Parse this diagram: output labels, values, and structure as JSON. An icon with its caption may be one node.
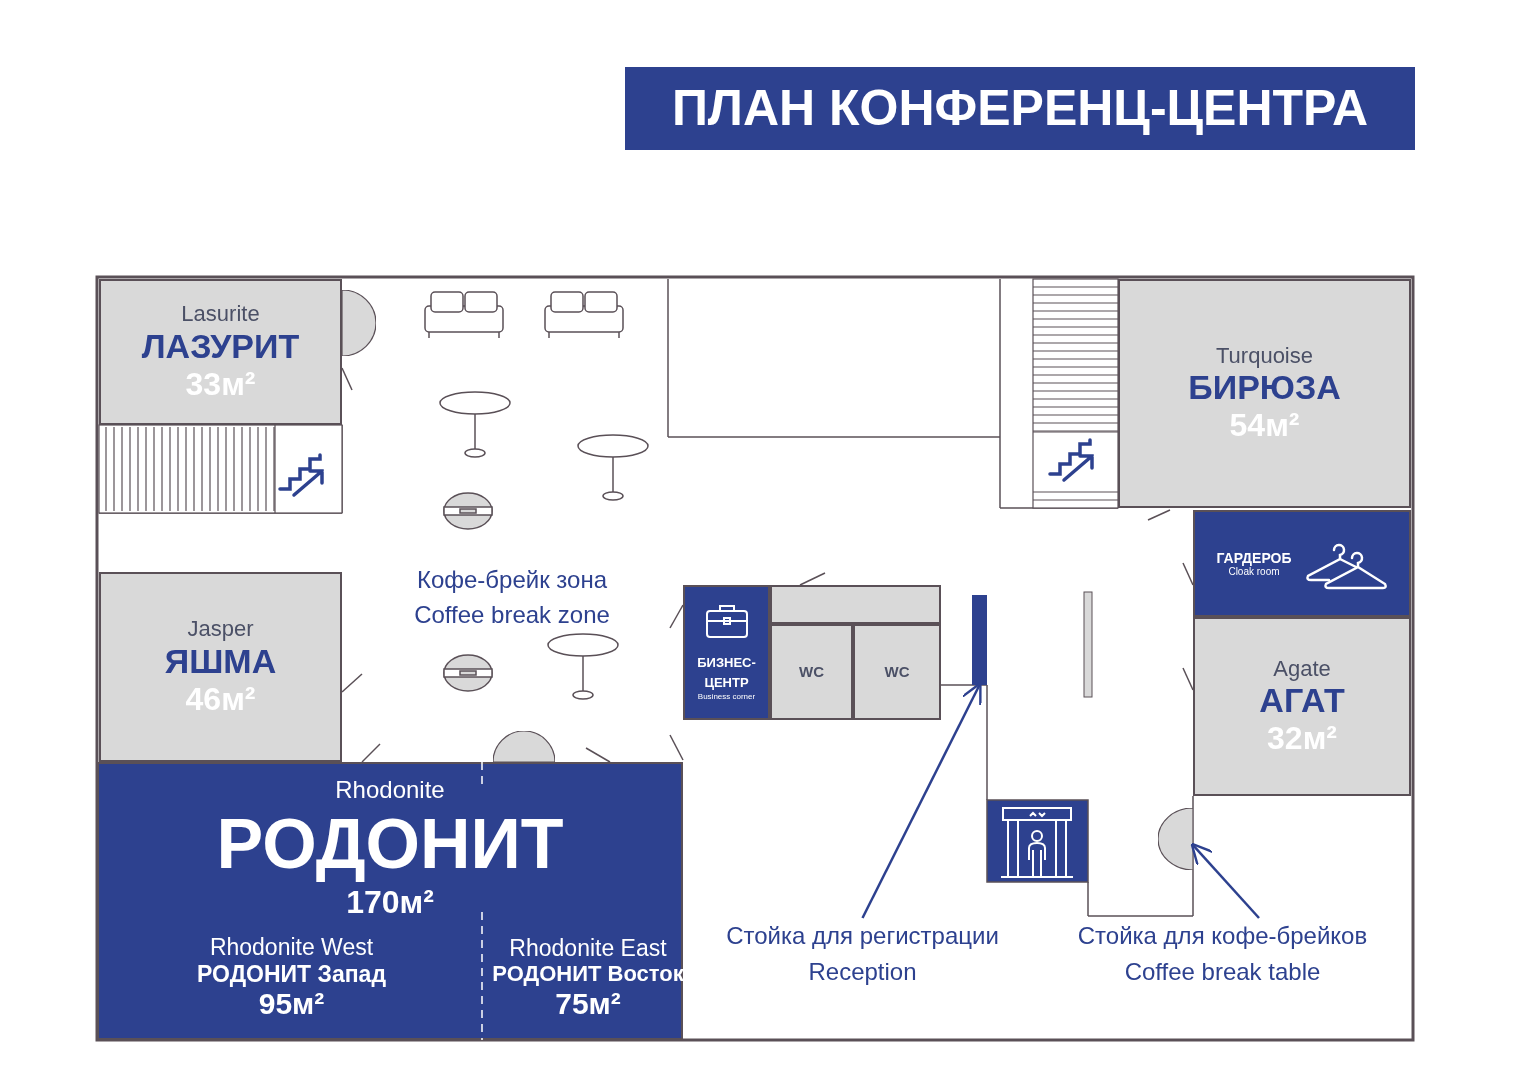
{
  "diagram": {
    "title": "ПЛАН КОНФЕРЕНЦ-ЦЕНТРА",
    "nodes": [
      {
        "text": [
          "Lasurite",
          "ЛАЗУРИТ",
          "33м²"
        ]
      },
      {
        "text": [
          "Turquoise",
          "БИРЮЗА",
          "54м²"
        ]
      },
      {
        "text": [
          "ГАРДЕРОБ",
          "Cloak room"
        ]
      },
      {
        "text": [
          "Jasper",
          "ЯШМА",
          "46м²"
        ]
      },
      {
        "text": [
          "БИЗНЕС-ЦЕНТР",
          "Business corner"
        ]
      },
      {
        "text": [],
        "shape": "box"
      },
      {
        "text": [
          "WC"
        ]
      },
      {
        "text": [
          "WC"
        ]
      },
      {
        "text": [
          "Agate",
          "АГАТ",
          "32м²"
        ]
      },
      {
        "text": [
          "Rhodonite",
          "РОДОНИТ",
          "170м²"
        ]
      },
      {
        "text": [
          "Rhodonite West",
          "РОДОНИТ Запад",
          "95м²"
        ],
        "in": 9
      },
      {
        "text": [
          "Rhodonite East",
          "РОДОНИТ Восток",
          "75м²"
        ],
        "in": 9
      },
      {
        "text": [
          "Стойка для регистрации",
          "Reception"
        ]
      },
      {
        "text": [],
        "shape": "bar"
      },
      {
        "text": [
          "Стойка для кофе-брейков",
          "Coffee break table"
        ]
      },
      {
        "text": [],
        "shape": "circle"
      },
      {
        "text": [],
        "shape": "circle"
      },
      {
        "text": [],
        "shape": "circle"
      }
    ],
    "edges": [
      {
        "from": 12,
        "to": 13,
        "arrow": "to"
      },
      {
        "from": 14,
        "to": 15,
        "arrow": "to"
      }
    ],
    "labels": [
      "Кофе-брейк зона",
      "Coffee break zone"
    ]
  }
}
